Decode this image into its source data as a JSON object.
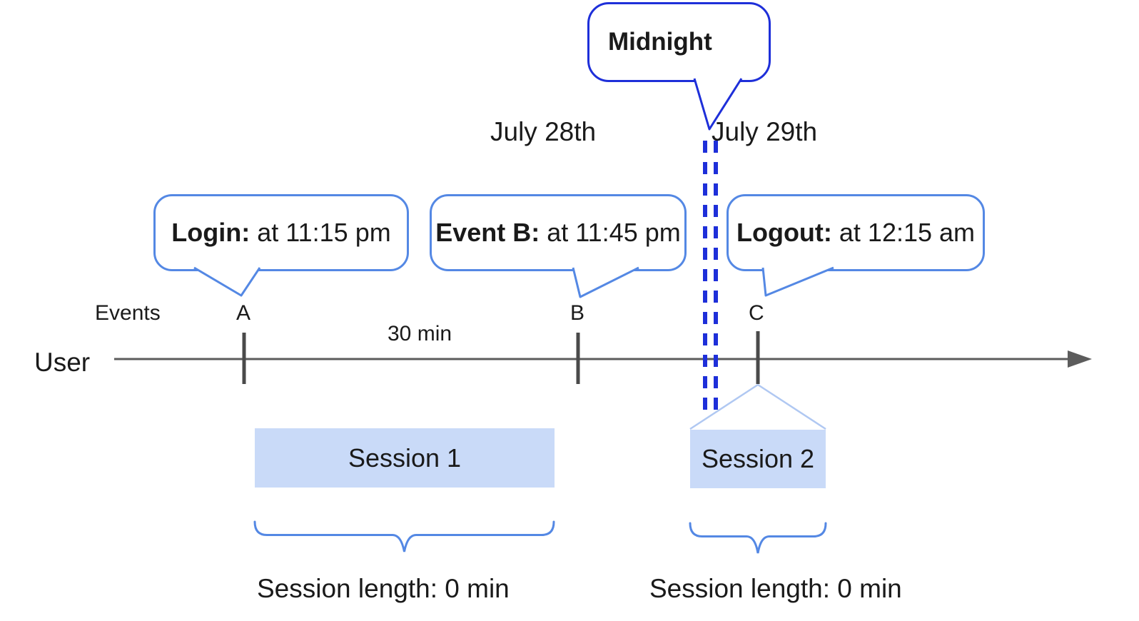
{
  "diagram": {
    "dates": {
      "left": "July 28th",
      "right": "July 29th"
    },
    "midnight": {
      "label": "Midnight"
    },
    "axis": {
      "events_label": "Events",
      "user_label": "User",
      "interval_label": "30 min"
    },
    "events": [
      {
        "id": "A",
        "callout_label": "Login:",
        "callout_text": "at 11:15 pm"
      },
      {
        "id": "B",
        "callout_label": "Event B:",
        "callout_text": "at 11:45 pm"
      },
      {
        "id": "C",
        "callout_label": "Logout:",
        "callout_text": "at 12:15 am"
      }
    ],
    "sessions": [
      {
        "name": "Session 1",
        "length_label": "Session length: 0 min"
      },
      {
        "name": "Session 2",
        "length_label": "Session length: 0 min"
      }
    ],
    "colors": {
      "callout_border": "#5488e4",
      "midnight_border": "#1e2fd9",
      "dashed_divider": "#1e2fd9",
      "session_fill": "#c9daf8",
      "funnel_line": "#b0c8f2",
      "brace": "#5488e4",
      "timeline": "#5c5c5c",
      "tick": "#4a4a4a",
      "text": "#1a1a1a"
    }
  }
}
